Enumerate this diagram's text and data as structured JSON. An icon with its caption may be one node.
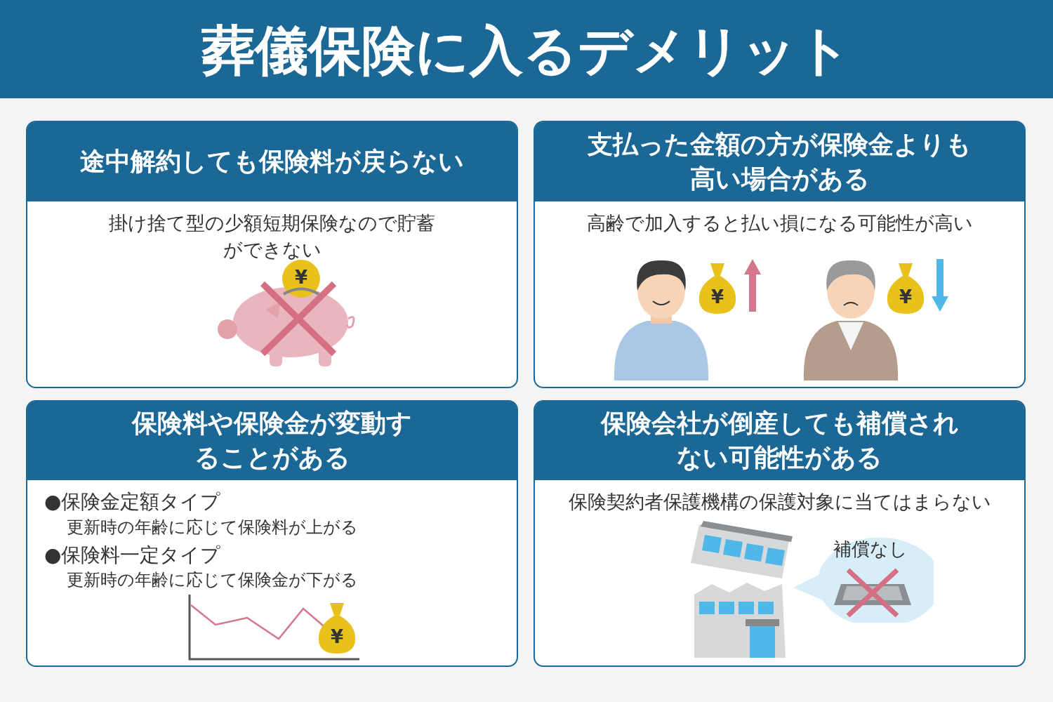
{
  "diagram": {
    "title": "葬儀保険に入るデメリット",
    "nodes": [
      {
        "text": [
          "途中解約しても保険料が戻らない",
          "掛け捨て型の少額短期保険なので貯蓄ができない"
        ]
      },
      {
        "text": [
          "支払った金額の方が保険金よりも高い場合がある",
          "高齢で加入すると払い損になる可能性が高い"
        ]
      },
      {
        "text": [
          "保険料や保険金が変動することがある",
          "●保険金定額タイプ",
          "更新時の年齢に応じて保険料が上がる",
          "●保険料一定タイプ",
          "更新時の年齢に応じて保険金が下がる"
        ]
      },
      {
        "text": [
          "保険会社が倒産しても補償されない可能性がある",
          "保険契約者保護機構の保護対象に当てはまらない"
        ]
      },
      {
        "text": [
          "補償なし"
        ],
        "in": 3
      }
    ],
    "labels": [
      "¥",
      "¥",
      "¥",
      "¥"
    ]
  }
}
